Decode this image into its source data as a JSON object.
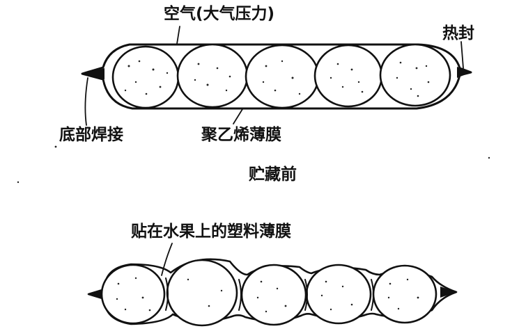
{
  "labels": {
    "air": "空气(大气压力)",
    "heat_seal": "热封",
    "bottom_weld": "底部焊接",
    "polyethylene_film": "聚乙烯薄膜",
    "before_storage": "贮藏前",
    "plastic_film_on_fruit": "贴在水果上的塑料薄膜"
  },
  "colors": {
    "ink": "#111111",
    "paper": "#ffffff"
  }
}
